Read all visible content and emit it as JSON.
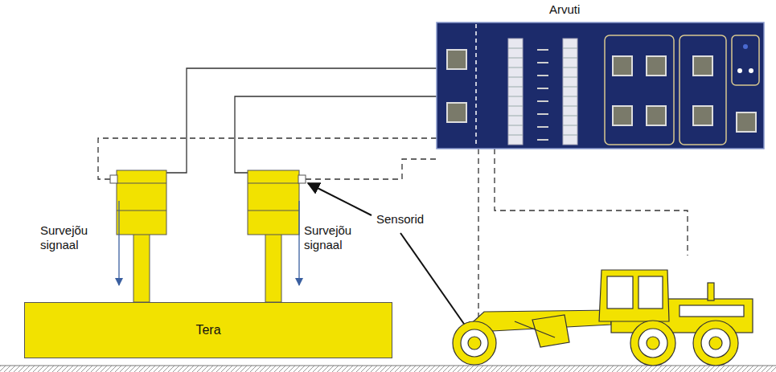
{
  "diagram": {
    "nodes": [
      {
        "text": [
          "Arvuti"
        ]
      },
      {
        "text": [
          "Tera"
        ]
      }
    ],
    "labels": [
      "Survejõu signaal",
      "Sensorid",
      "Survejõu signaal"
    ]
  }
}
